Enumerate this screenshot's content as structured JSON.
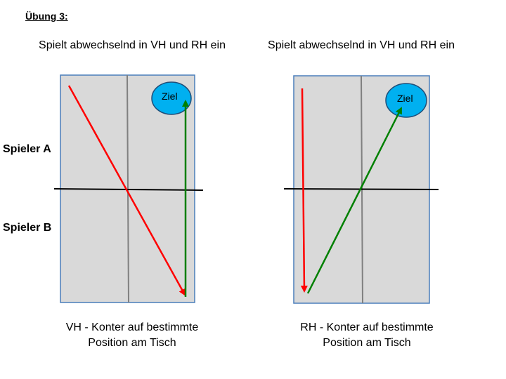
{
  "title": "Übung 3:",
  "left": {
    "heading": "Spielt abwechselnd in VH und RH ein",
    "target_label": "Ziel",
    "caption": "VH - Konter auf bestimmte Position am Tisch"
  },
  "right": {
    "heading": "Spielt abwechselnd in VH und RH ein",
    "target_label": "Ziel",
    "caption": "RH - Konter auf bestimmte Position am Tisch"
  },
  "players": {
    "a": "Spieler A",
    "b": "Spieler B"
  },
  "colors": {
    "table_fill": "#d9d9d9",
    "table_border": "#4a7ebb",
    "center_line": "#808080",
    "net": "#000000",
    "target_fill": "#00b0f0",
    "target_border": "#1f4e79",
    "arrow_red": "#ff0000",
    "arrow_green": "#008000"
  }
}
